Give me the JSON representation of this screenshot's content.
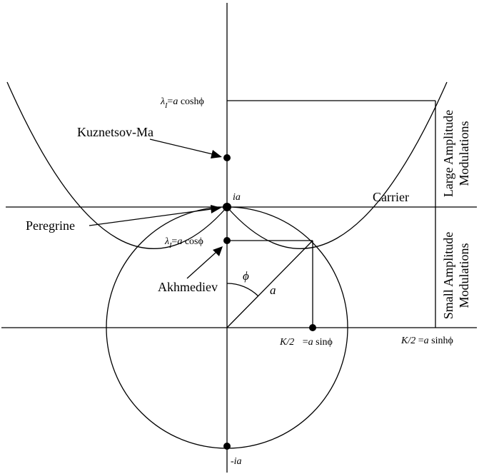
{
  "diagram": {
    "labels": {
      "kuznetsov": "Kuznetsov-Ma",
      "peregrine": "Peregrine",
      "akhmediev": "Akhmediev",
      "carrier": "Carrier",
      "ia": "ia",
      "neg_ia": "-ia",
      "phi": "ϕ",
      "a": "a",
      "large_amp_line1": "Large Amplitude",
      "large_amp_line2": "Modulations",
      "small_amp_line1": "Small Amplitude",
      "small_amp_line2": "Modulations"
    },
    "equations": {
      "lambda_cosh": {
        "lambda": "λ",
        "sub": "I",
        "rhs_prefix": "=",
        "rhs_a": "a",
        "rhs_func": " coshϕ"
      },
      "lambda_cos": {
        "lambda": "λ",
        "sub": "I",
        "rhs_prefix": "=",
        "rhs_a": "a",
        "rhs_func": " cosϕ"
      },
      "k_sin": {
        "lhs": "K/2",
        "rhs_prefix": " =",
        "rhs_a": "a",
        "rhs_func": " sinϕ"
      },
      "k_sinh": {
        "lhs": "K/2",
        "rhs_prefix": " =",
        "rhs_a": "a",
        "rhs_func": " sinhϕ"
      }
    }
  }
}
